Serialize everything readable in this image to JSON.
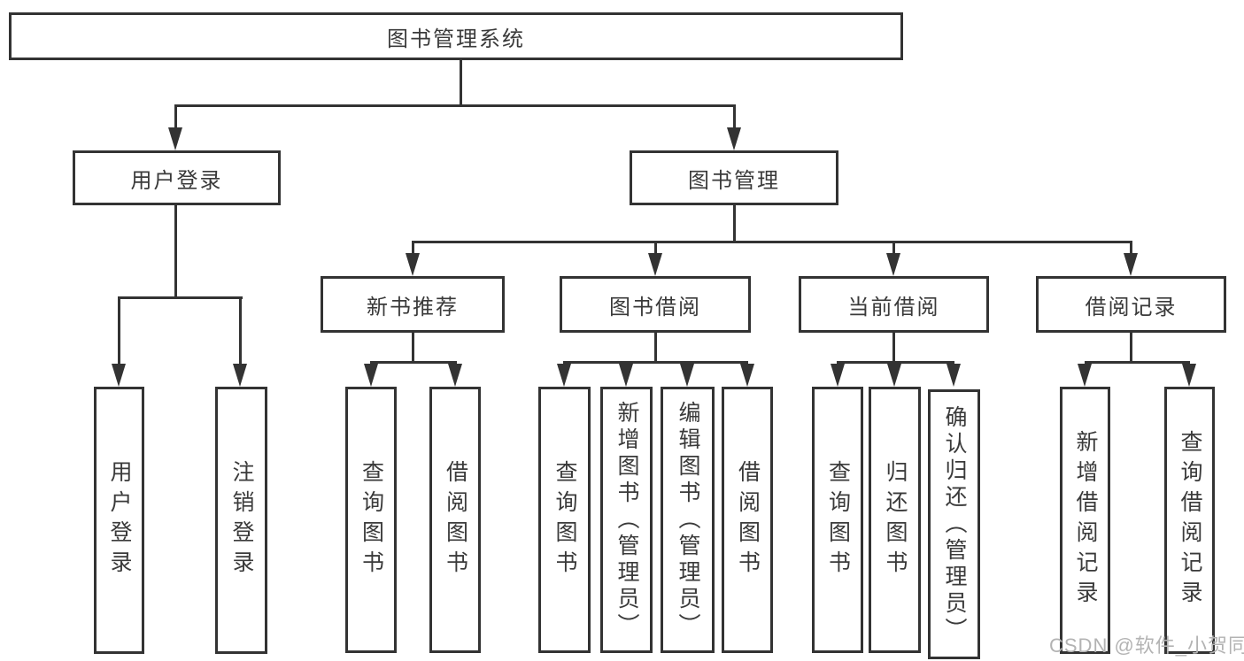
{
  "root": {
    "label": "图书管理系统"
  },
  "level2": [
    {
      "label": "用户登录",
      "leaves": [
        {
          "label": "用户登录"
        },
        {
          "label": "注销登录"
        }
      ]
    },
    {
      "label": "图书管理",
      "sections": [
        {
          "label": "新书推荐",
          "leaves": [
            {
              "label": "查询图书"
            },
            {
              "label": "借阅图书"
            }
          ]
        },
        {
          "label": "图书借阅",
          "leaves": [
            {
              "label": "查询图书"
            },
            {
              "label": "新增图书（管理员）"
            },
            {
              "label": "编辑图书（管理员）"
            },
            {
              "label": "借阅图书"
            }
          ]
        },
        {
          "label": "当前借阅",
          "leaves": [
            {
              "label": "查询图书"
            },
            {
              "label": "归还图书"
            },
            {
              "label": "确认归还（管理员）"
            }
          ]
        },
        {
          "label": "借阅记录",
          "leaves": [
            {
              "label": "新增借阅记录"
            },
            {
              "label": "查询借阅记录"
            }
          ]
        }
      ]
    }
  ],
  "watermark": "CSDN @软件_小贺同学",
  "colors": {
    "line": "#333333",
    "text": "#3a3a3a",
    "watermark": "#b3b3b3",
    "background": "#ffffff"
  }
}
